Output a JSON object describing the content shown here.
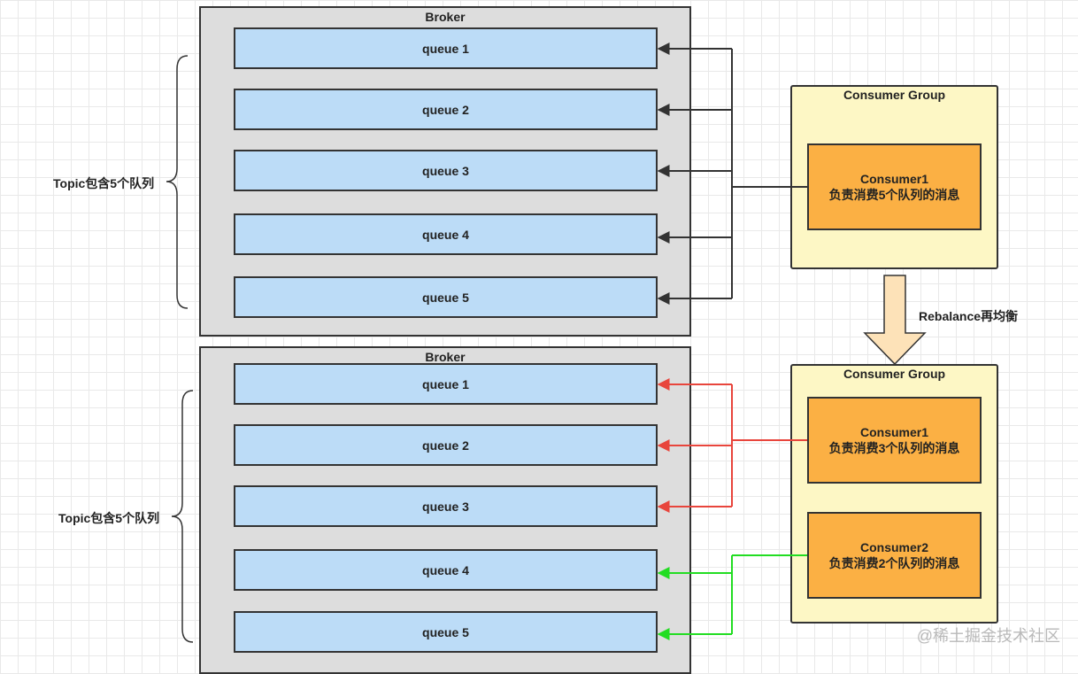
{
  "top": {
    "broker_title": "Broker",
    "queues": [
      "queue 1",
      "queue 2",
      "queue 3",
      "queue 4",
      "queue 5"
    ],
    "topic_label": "Topic包含5个队列",
    "group_title": "Consumer Group",
    "consumer1": {
      "name": "Consumer1",
      "desc": "负责消费5个队列的消息"
    }
  },
  "rebalance_label": "Rebalance再均衡",
  "bottom": {
    "broker_title": "Broker",
    "queues": [
      "queue 1",
      "queue 2",
      "queue 3",
      "queue 4",
      "queue 5"
    ],
    "topic_label": "Topic包含5个队列",
    "group_title": "Consumer Group",
    "consumer1": {
      "name": "Consumer1",
      "desc": "负责消费3个队列的消息"
    },
    "consumer2": {
      "name": "Consumer2",
      "desc": "负责消费2个队列的消息"
    }
  },
  "colors": {
    "queue_fill": "#bcdcf7",
    "broker_fill": "#dddddd",
    "group_fill": "#fdf7c5",
    "consumer_fill": "#fbb044",
    "arrow_dark": "#333333",
    "arrow_red": "#e8453c",
    "arrow_green": "#22dd22",
    "rebalance_arrow_fill": "#fde2b8"
  },
  "watermark": "@稀土掘金技术社区"
}
